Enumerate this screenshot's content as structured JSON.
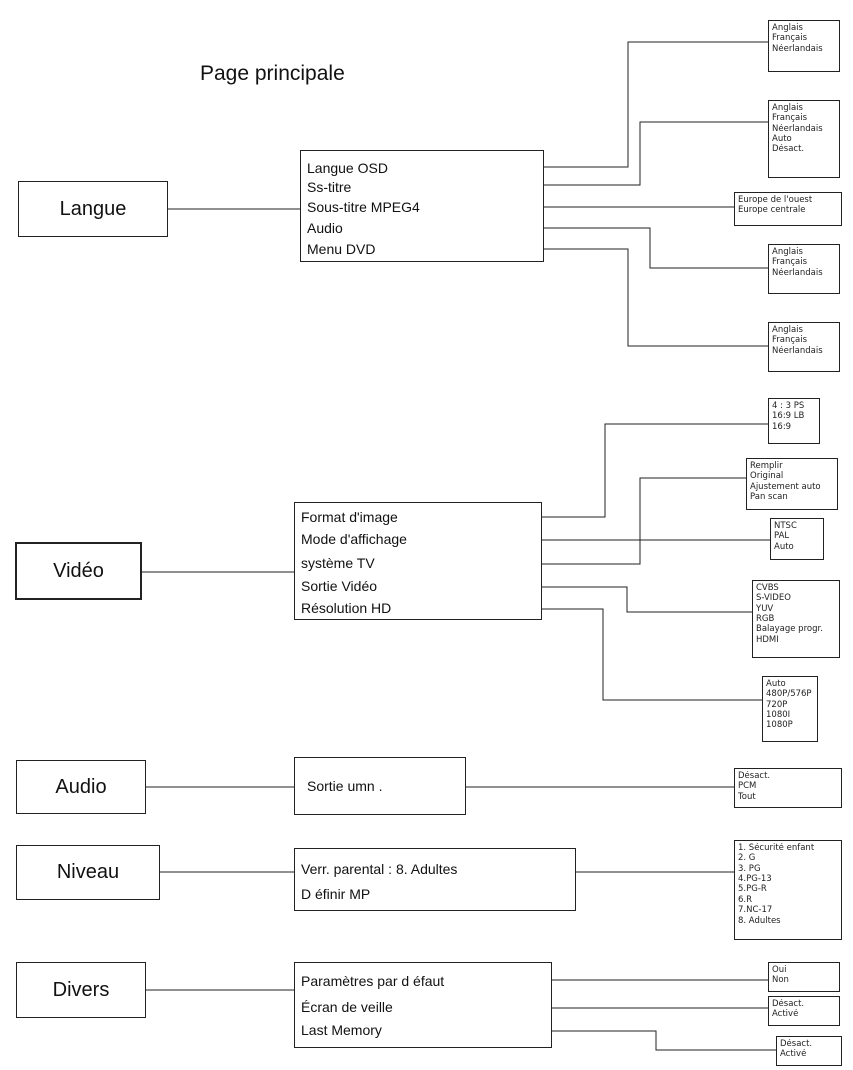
{
  "title": "Page principale",
  "categories": {
    "langue": "Langue",
    "video": "Vidéo",
    "audio": "Audio",
    "niveau": "Niveau",
    "divers": "Divers"
  },
  "menus": {
    "langue": [
      "Langue OSD",
      "Ss-titre",
      "Sous-titre MPEG4",
      "Audio",
      "Menu DVD"
    ],
    "video": [
      "Format d'image",
      "Mode d'affichage",
      "système  TV",
      "Sortie Vidéo",
      "Résolution  HD"
    ],
    "audio": [
      "Sortie  umn ."
    ],
    "niveau": [
      "Verr.  parental :  8. Adultes",
      "D   éfinir MP"
    ],
    "divers": [
      "Paramètres  par d  éfaut",
      "Écran de veille",
      "Last Memory"
    ]
  },
  "options": {
    "langue_osd": [
      "Anglais",
      "Français",
      "Néerlandais"
    ],
    "sstitre": [
      "Anglais",
      "Français",
      "Néerlandais",
      "Auto",
      "Désact."
    ],
    "mpeg4": [
      "Europe de l'ouest",
      "Europe centrale"
    ],
    "audio_lang": [
      "Anglais",
      "Français",
      "Néerlandais"
    ],
    "menu_dvd": [
      "Anglais",
      "Français",
      "Néerlandais"
    ],
    "format": [
      "4 : 3 PS",
      "16:9 LB",
      "16:9"
    ],
    "mode": [
      "Remplir",
      "Original",
      "Ajustement auto",
      "Pan scan"
    ],
    "tv": [
      "NTSC",
      "PAL",
      "Auto"
    ],
    "sortie_video": [
      "CVBS",
      "S-VIDEO",
      "YUV",
      "RGB",
      "Balayage progr.",
      "HDMI"
    ],
    "resolution": [
      "Auto",
      "480P/576P",
      "720P",
      "1080I",
      "1080P"
    ],
    "sortie_num": [
      "Désact.",
      "PCM",
      "Tout"
    ],
    "parental": [
      "1. Sécurité enfant",
      "2. G",
      "3. PG",
      "4.PG-13",
      "5.PG-R",
      "6.R",
      "7.NC-17",
      "8. Adultes"
    ],
    "defaut": [
      "Oui",
      "Non"
    ],
    "veille": [
      "Désact.",
      "Activé"
    ],
    "memory": [
      "Désact.",
      "Activé"
    ]
  }
}
